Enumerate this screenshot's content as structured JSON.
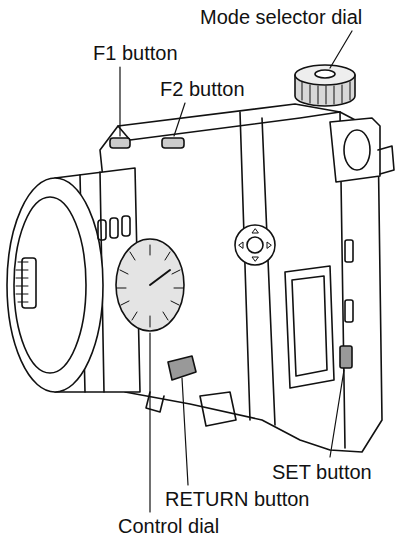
{
  "diagram": {
    "labels": [
      "Mode selector dial",
      "F1 button",
      "F2 button",
      "SET button",
      "RETURN button",
      "Control dial"
    ]
  }
}
